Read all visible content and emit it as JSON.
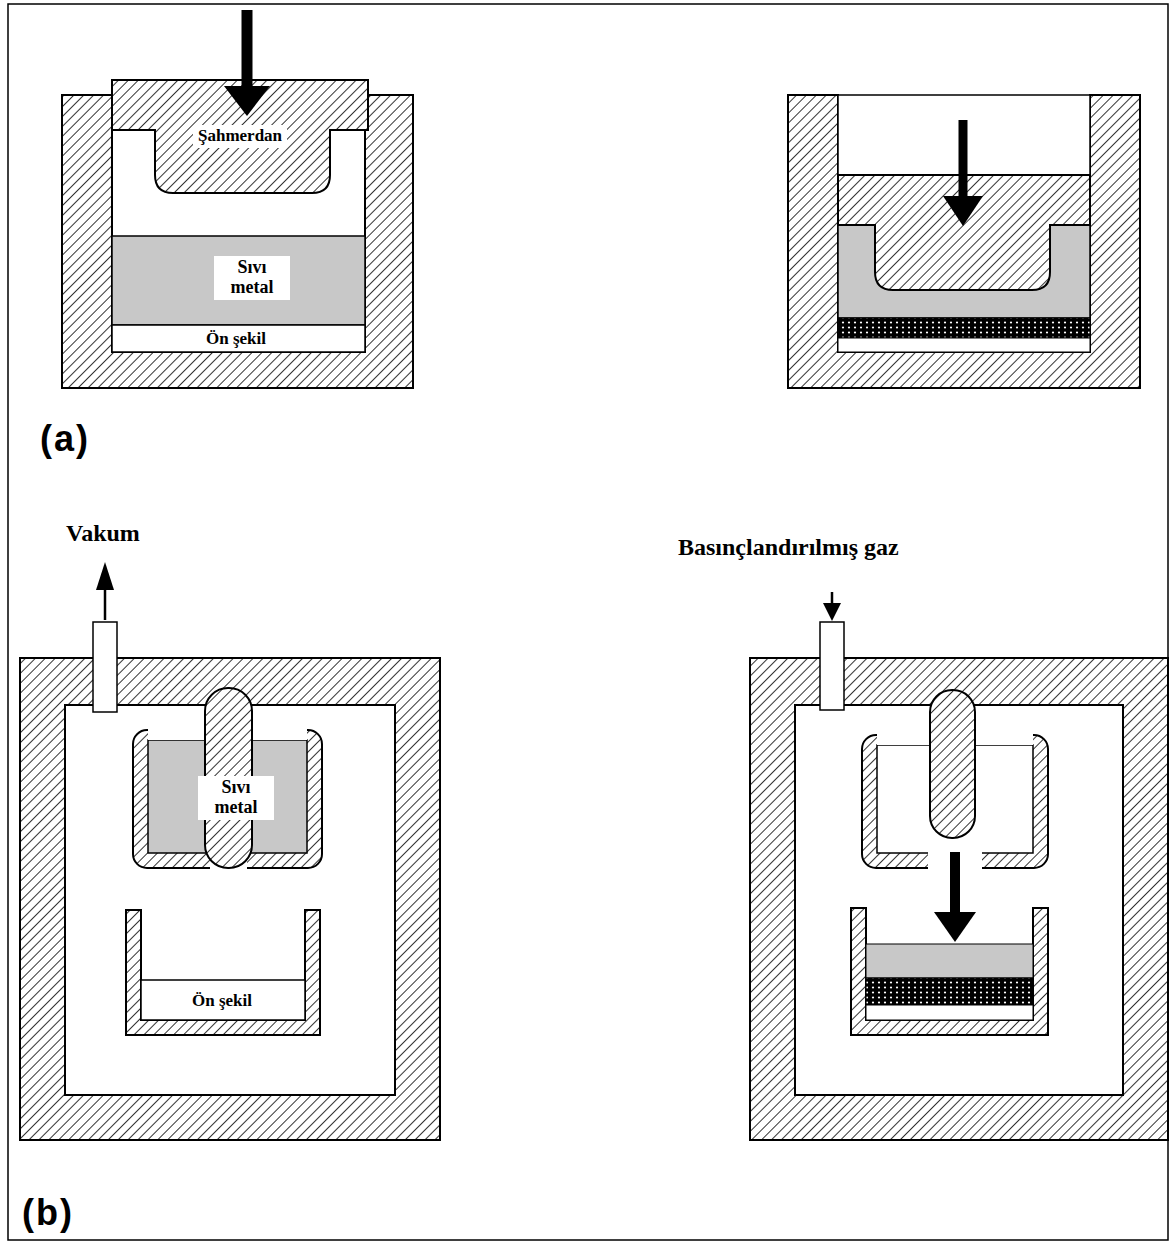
{
  "diagram": {
    "nodes": [
      {
        "text": [
          "Şahmerdan"
        ]
      },
      {
        "text": [
          "Sıvı metal"
        ]
      },
      {
        "text": [
          "Ön şekil"
        ]
      },
      {
        "text": [
          "Sıvı metal"
        ]
      },
      {
        "text": [
          "Ön şekil"
        ]
      }
    ],
    "labels": [
      "(a)",
      "Vakum",
      "Basınçlandırılmış gaz",
      "(b)"
    ]
  }
}
